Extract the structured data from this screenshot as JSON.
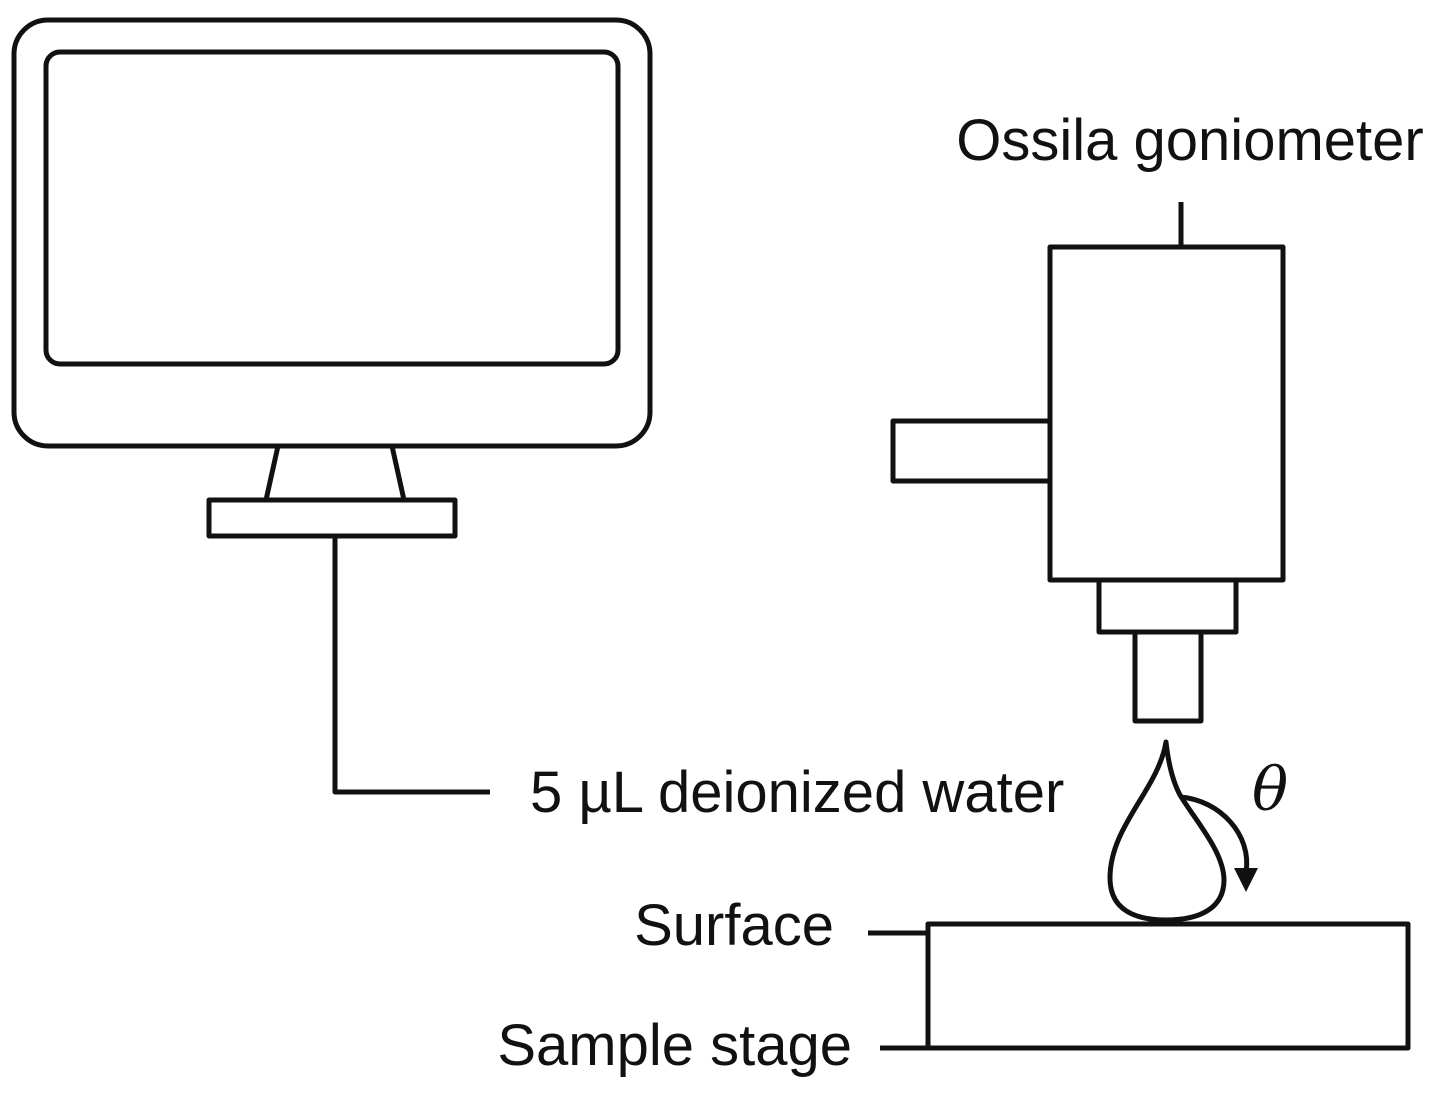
{
  "labels": {
    "goniometer": "Ossila goniometer",
    "water": "5 µL deionized water",
    "angle_symbol": "θ",
    "surface": "Surface",
    "sample_stage": "Sample stage"
  }
}
